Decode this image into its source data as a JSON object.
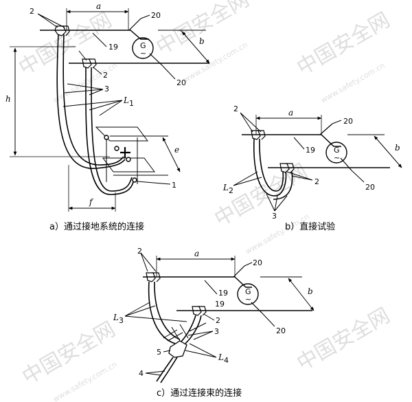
{
  "watermark": {
    "text": "中国安全网",
    "url": "www.safety.com.cn",
    "color": "#d9d9d9"
  },
  "panel_a": {
    "caption": "a）通过接地系统的连接",
    "labels": {
      "a": "a",
      "b": "b",
      "h": "h",
      "e": "e",
      "f": "f",
      "n2_top": "2",
      "n2_mid": "2",
      "n3": "3",
      "L1": "L",
      "L1_sub": "1",
      "n19": "19",
      "n20_top": "20",
      "n20_bot": "20",
      "n1": "1",
      "gen": "G",
      "tilde": "~"
    }
  },
  "panel_b": {
    "caption": "b）直接试验",
    "labels": {
      "a": "a",
      "b": "b",
      "n2_top": "2",
      "n2_bot": "2",
      "n3": "3",
      "L2": "L",
      "L2_sub": "2",
      "n19": "19",
      "n20_top": "20",
      "n20_bot": "20",
      "gen": "G",
      "tilde": "~"
    }
  },
  "panel_c": {
    "caption": "c）通过连接束的连接",
    "labels": {
      "a": "a",
      "b": "b",
      "n2_top": "2",
      "n2_mid": "2",
      "n3": "3",
      "L3": "L",
      "L3_sub": "3",
      "L4": "L",
      "L4_sub": "4",
      "n4": "4",
      "n5": "5",
      "n19": "19",
      "n20_top": "20",
      "n20_bot": "20",
      "gen": "G",
      "tilde": "~"
    }
  }
}
